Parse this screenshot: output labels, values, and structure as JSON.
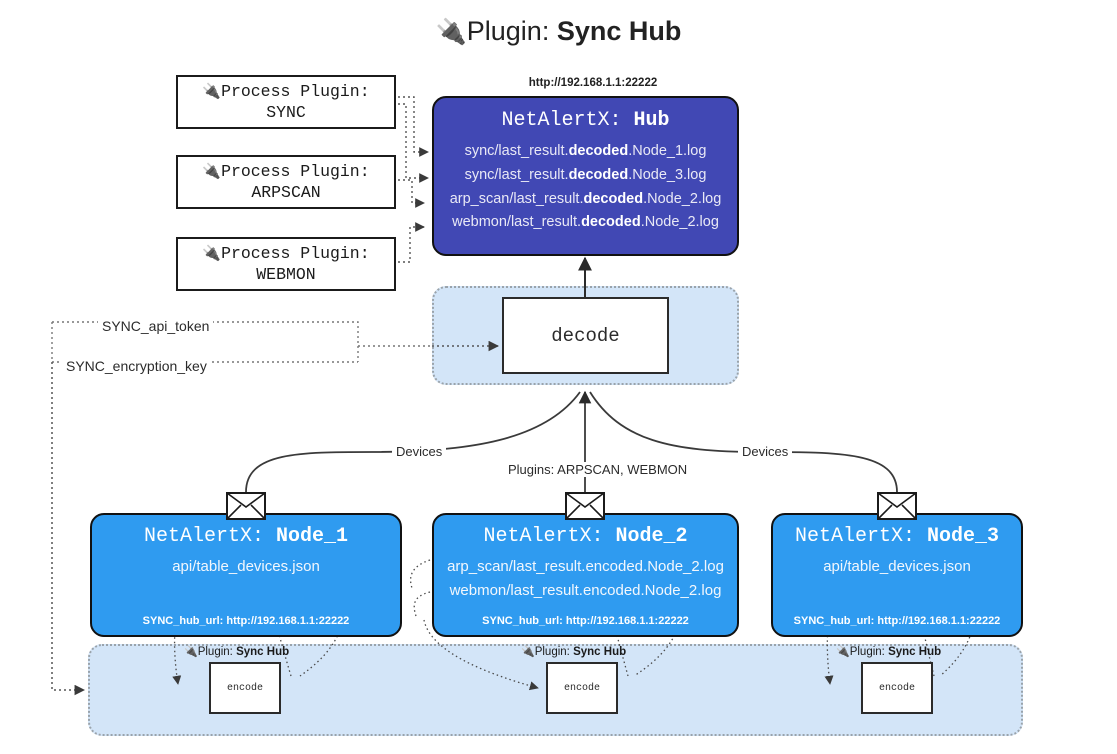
{
  "title": {
    "icon": "plug-icon",
    "prefix": "Plugin:",
    "name": "Sync Hub"
  },
  "process_plugins": [
    {
      "icon": "plug-icon",
      "line1": "Process Plugin:",
      "line2": "SYNC"
    },
    {
      "icon": "plug-icon",
      "line1": "Process Plugin:",
      "line2": "ARPSCAN"
    },
    {
      "icon": "plug-icon",
      "line1": "Process Plugin:",
      "line2": "WEBMON"
    }
  ],
  "hub": {
    "url": "http://192.168.1.1:22222",
    "title_prefix": "NetAlertX:",
    "title_name": "Hub",
    "rows": [
      {
        "pre": "sync/last_result.",
        "mid": "decoded",
        "post": ".Node_1.log"
      },
      {
        "pre": "sync/last_result.",
        "mid": "decoded",
        "post": ".Node_3.log"
      },
      {
        "pre": "arp_scan/last_result.",
        "mid": "decoded",
        "post": ".Node_2.log"
      },
      {
        "pre": "webmon/last_result.",
        "mid": "decoded",
        "post": ".Node_2.log"
      }
    ]
  },
  "decode": {
    "label": "decode"
  },
  "tokens": {
    "api_token": "SYNC_api_token",
    "encryption_key": "SYNC_encryption_key"
  },
  "wire_labels": {
    "devices_left": "Devices",
    "devices_right": "Devices",
    "plugins_center": "Plugins: ARPSCAN, WEBMON"
  },
  "nodes": [
    {
      "title_prefix": "NetAlertX:",
      "title_name": "Node_1",
      "lines": [
        "api/table_devices.json"
      ],
      "footer": "SYNC_hub_url: http://192.168.1.1:22222",
      "envelope": "envelope-icon"
    },
    {
      "title_prefix": "NetAlertX:",
      "title_name": "Node_2",
      "lines": [
        "arp_scan/last_result.encoded.Node_2.log",
        "webmon/last_result.encoded.Node_2.log"
      ],
      "footer": "SYNC_hub_url: http://192.168.1.1:22222",
      "envelope": "envelope-icon"
    },
    {
      "title_prefix": "NetAlertX:",
      "title_name": "Node_3",
      "lines": [
        "api/table_devices.json"
      ],
      "footer": "SYNC_hub_url: http://192.168.1.1:22222",
      "envelope": "envelope-icon"
    }
  ],
  "encoders": [
    {
      "tag_prefix": "Plugin:",
      "tag_name": "Sync Hub",
      "label": "encode"
    },
    {
      "tag_prefix": "Plugin:",
      "tag_name": "Sync Hub",
      "label": "encode"
    },
    {
      "tag_prefix": "Plugin:",
      "tag_name": "Sync Hub",
      "label": "encode"
    }
  ],
  "colors": {
    "hub": "#4148b4",
    "node": "#2f9bf0",
    "pane": "#d3e5f8",
    "outline": "#111111"
  }
}
